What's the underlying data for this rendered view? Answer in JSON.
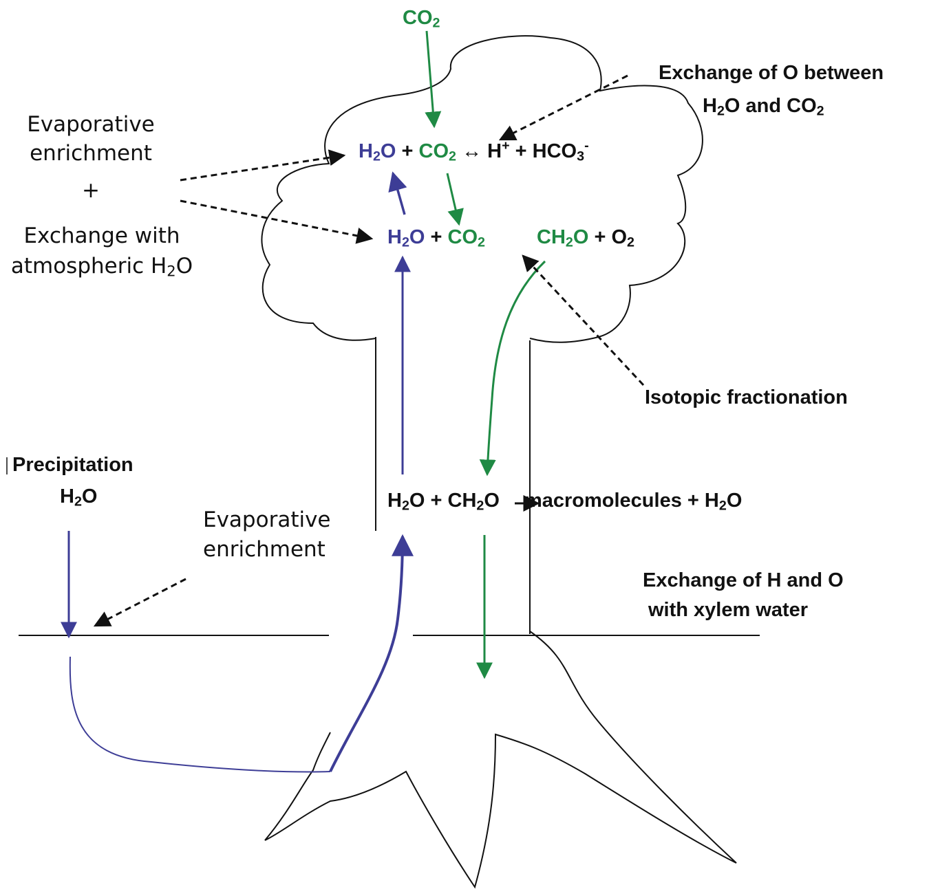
{
  "colors": {
    "water": "#3d3d96",
    "carbon": "#1f8a44",
    "outline": "#111111"
  },
  "labels": {
    "co2_top": {
      "a": "CO",
      "s": "2"
    },
    "exchange_o": {
      "line1": "Exchange of O between",
      "a": "H",
      "s1": "2",
      "b": "O and CO",
      "s2": "2"
    },
    "evap_top": {
      "line1": "Evaporative",
      "line2": "enrichment",
      "plus": "+",
      "line3": "Exchange with",
      "line4a": "atmospheric H",
      "line4s": "2",
      "line4b": "O"
    },
    "eq1": {
      "h": "H",
      "s1": "2",
      "o": "O",
      "plus1": " + ",
      "co": "CO",
      "s2": "2",
      "arrow": " ↔ ",
      "hplus": "H",
      "sup1": "+",
      "plus2": " + HCO",
      "s3": "3",
      "sup2": "-"
    },
    "eq2_left": {
      "h": "H",
      "s1": "2",
      "o": "O",
      "plus": " + ",
      "co": "CO",
      "s2": "2"
    },
    "eq2_right": {
      "c": "CH",
      "s1": "2",
      "o": "O",
      "plus": " + O",
      "s2": "2"
    },
    "isotopic": "Isotopic fractionation",
    "precip": {
      "line1": "Precipitation",
      "a": "H",
      "s": "2",
      "b": "O"
    },
    "evap_bottom": {
      "line1": "Evaporative",
      "line2": "enrichment"
    },
    "eq3": {
      "a": "H",
      "s1": "2",
      "b": "O + CH",
      "s2": "2",
      "c": "O",
      "arrow": "→",
      "d": "macromolecules + H",
      "s3": "2",
      "e": "O"
    },
    "exchange_ho": {
      "line1": "Exchange of H and O",
      "line2": "with xylem water"
    }
  }
}
